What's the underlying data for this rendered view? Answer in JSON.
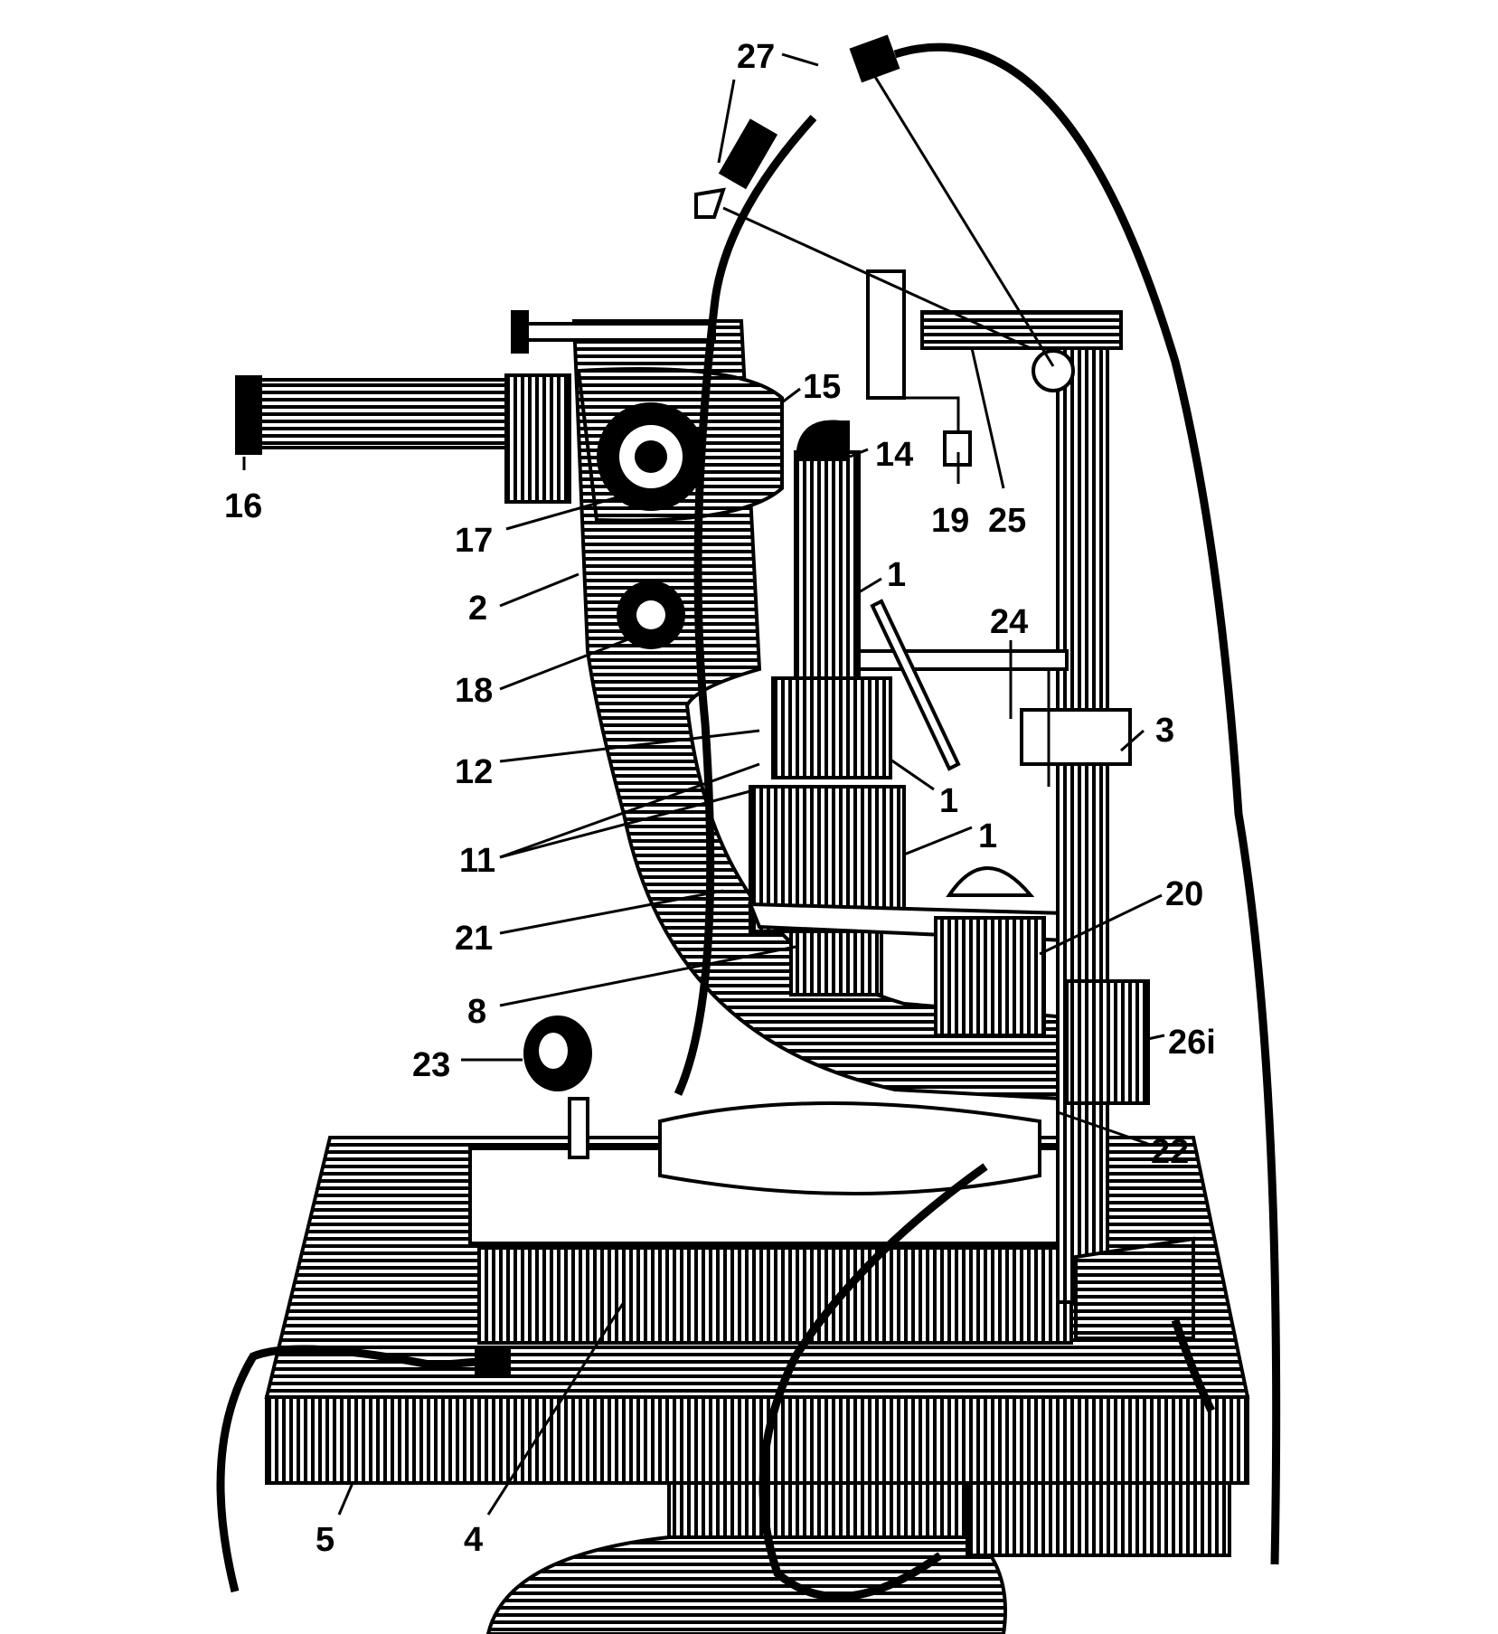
{
  "figure": {
    "labels": [
      "27",
      "16",
      "15",
      "14",
      "17",
      "19",
      "25",
      "1",
      "2",
      "24",
      "18",
      "3",
      "12",
      "1",
      "11",
      "1",
      "20",
      "21",
      "8",
      "26i",
      "23",
      "22",
      "5",
      "4"
    ]
  }
}
